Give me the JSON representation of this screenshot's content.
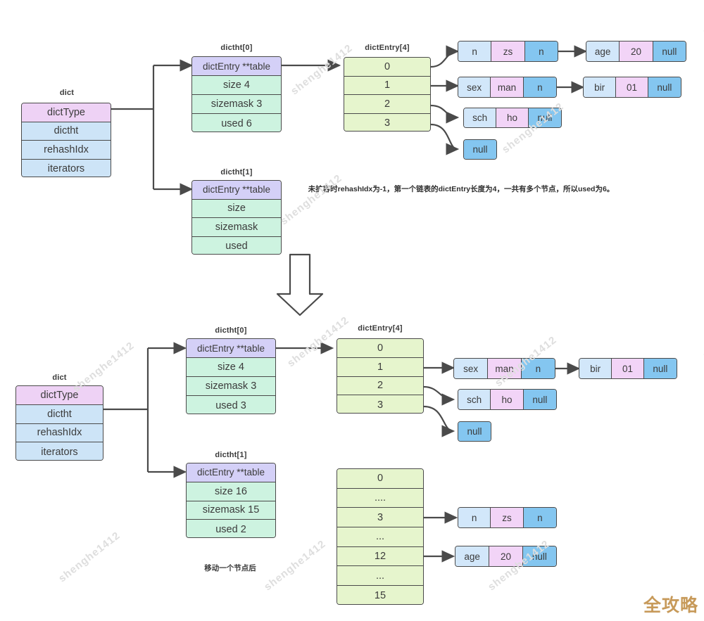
{
  "diagram": {
    "title": "Redis dict rehash diagram",
    "logo": "全攻略",
    "watermark_text": "shenghe1412",
    "note_top": "未扩容时rehashIdx为-1，第一个链表的dictEntry长度为4，一共有多个节点，所以used为6。",
    "note_bottom": "移动一个节点后"
  },
  "colors": {
    "purple": "#eed2f5",
    "violet": "#d4d0f7",
    "blue": "#cde4f7",
    "mint": "#cdf3e0",
    "lime": "#e6f5cd",
    "sky_dark": "#84c6f0",
    "light_blue": "#d2e7fa",
    "pink_light": "#f2d4f7",
    "stroke": "#4a4a4a",
    "logo": "#c79a5a"
  },
  "top": {
    "dict": {
      "caption": "dict",
      "fields": [
        "dictType",
        "dictht",
        "rehashIdx",
        "iterators"
      ]
    },
    "ht0": {
      "caption": "dictht[0]",
      "fields": [
        "dictEntry **table",
        "size 4",
        "sizemask 3",
        "used 6"
      ]
    },
    "ht1": {
      "caption": "dictht[1]",
      "fields": [
        "dictEntry **table",
        "size",
        "sizemask",
        "used"
      ]
    },
    "table": {
      "caption": "dictEntry[4]",
      "slots": [
        "0",
        "1",
        "2",
        "3"
      ]
    },
    "chains": [
      {
        "cells": [
          "n",
          "zs",
          "n"
        ]
      },
      {
        "cells": [
          "age",
          "20",
          "null"
        ]
      },
      {
        "cells": [
          "sex",
          "man",
          "n"
        ]
      },
      {
        "cells": [
          "bir",
          "01",
          "null"
        ]
      },
      {
        "cells": [
          "sch",
          "ho",
          "null"
        ]
      },
      {
        "cells": [
          "null"
        ]
      }
    ]
  },
  "bottom": {
    "dict": {
      "caption": "dict",
      "fields": [
        "dictType",
        "dictht",
        "rehashIdx",
        "iterators"
      ]
    },
    "ht0": {
      "caption": "dictht[0]",
      "fields": [
        "dictEntry **table",
        "size 4",
        "sizemask 3",
        "used 3"
      ]
    },
    "ht1": {
      "caption": "dictht[1]",
      "fields": [
        "dictEntry **table",
        "size 16",
        "sizemask 15",
        "used 2"
      ]
    },
    "table0": {
      "caption": "dictEntry[4]",
      "slots": [
        "0",
        "1",
        "2",
        "3"
      ]
    },
    "table1": {
      "caption": "",
      "slots": [
        "0",
        "....",
        "3",
        "...",
        "12",
        "...",
        "15"
      ]
    },
    "chains": [
      {
        "cells": [
          "sex",
          "man",
          "n"
        ]
      },
      {
        "cells": [
          "bir",
          "01",
          "null"
        ]
      },
      {
        "cells": [
          "sch",
          "ho",
          "null"
        ]
      },
      {
        "cells": [
          "null"
        ]
      },
      {
        "cells": [
          "n",
          "zs",
          "n"
        ]
      },
      {
        "cells": [
          "age",
          "20",
          "null"
        ]
      }
    ]
  }
}
